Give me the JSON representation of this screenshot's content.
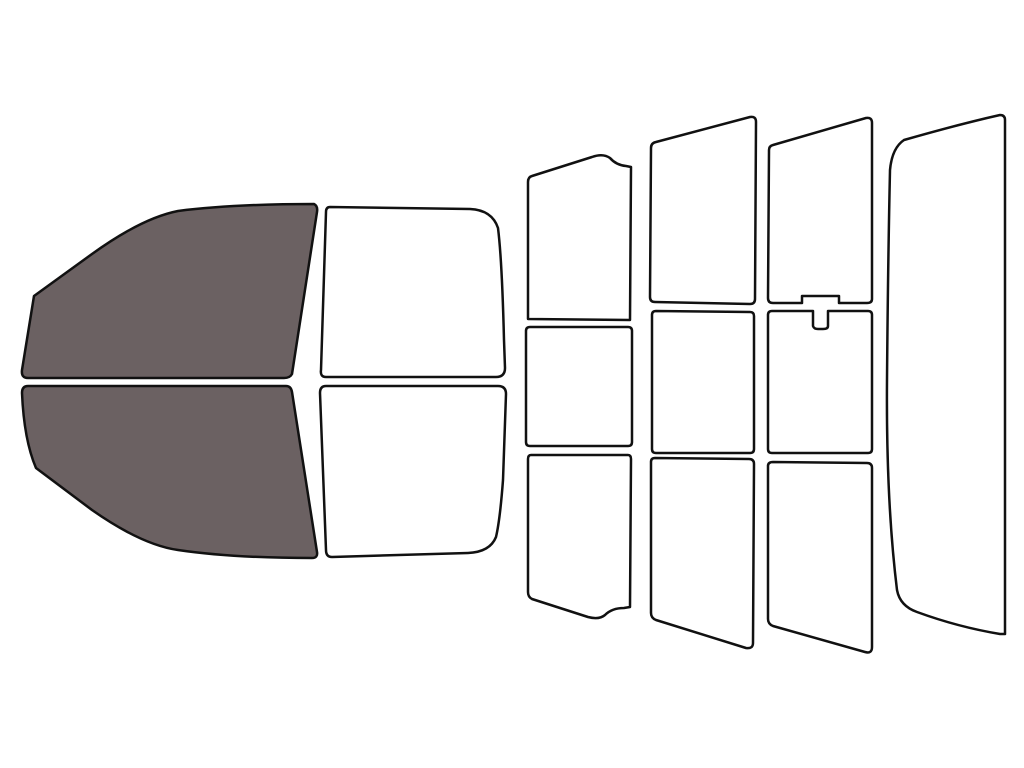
{
  "colors": {
    "background": "#ffffff",
    "outline": "#111111",
    "tinted_fill": "#6b6162",
    "clear_fill": "#ffffff"
  },
  "panes": [
    {
      "name": "driver-front-door-window",
      "tinted": true
    },
    {
      "name": "passenger-front-door-window",
      "tinted": true
    },
    {
      "name": "driver-rear-door-window",
      "tinted": false
    },
    {
      "name": "passenger-rear-door-window",
      "tinted": false
    },
    {
      "name": "rear-quarter-window-top",
      "tinted": false
    },
    {
      "name": "rear-quarter-window-middle",
      "tinted": false
    },
    {
      "name": "rear-quarter-window-bottom",
      "tinted": false
    },
    {
      "name": "back-window-left-top",
      "tinted": false
    },
    {
      "name": "back-window-left-middle",
      "tinted": false
    },
    {
      "name": "back-window-left-bottom",
      "tinted": false
    },
    {
      "name": "back-window-right-top",
      "tinted": false
    },
    {
      "name": "back-window-right-middle",
      "tinted": false
    },
    {
      "name": "back-window-right-bottom",
      "tinted": false
    },
    {
      "name": "windshield",
      "tinted": false
    }
  ]
}
